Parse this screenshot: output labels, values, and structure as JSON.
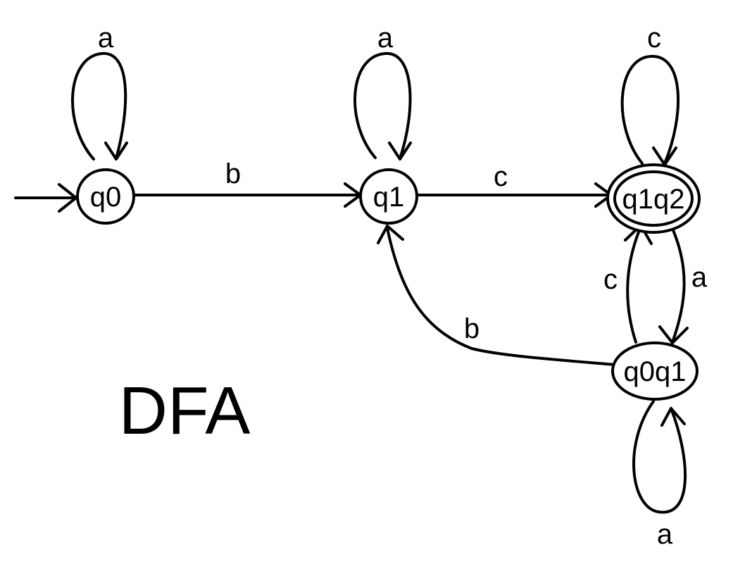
{
  "diagram": {
    "caption": "DFA",
    "states": {
      "q0": "q0",
      "q1": "q1",
      "q1q2": "q1q2",
      "q0q1": "q0q1"
    },
    "start_state": "q0",
    "accept_states": [
      "q1q2"
    ],
    "transitions": [
      {
        "from": "q0",
        "to": "q0",
        "label": "a"
      },
      {
        "from": "q0",
        "to": "q1",
        "label": "b"
      },
      {
        "from": "q1",
        "to": "q1",
        "label": "a"
      },
      {
        "from": "q1",
        "to": "q1q2",
        "label": "c"
      },
      {
        "from": "q1q2",
        "to": "q1q2",
        "label": "c"
      },
      {
        "from": "q1q2",
        "to": "q0q1",
        "label": "a"
      },
      {
        "from": "q0q1",
        "to": "q1q2",
        "label": "c"
      },
      {
        "from": "q0q1",
        "to": "q1",
        "label": "b"
      },
      {
        "from": "q0q1",
        "to": "q0q1",
        "label": "a"
      }
    ]
  }
}
